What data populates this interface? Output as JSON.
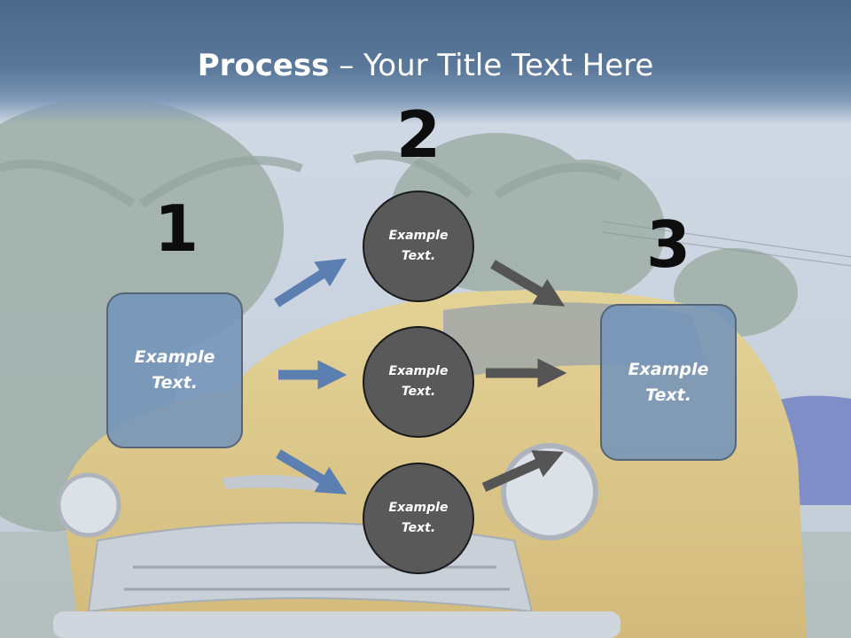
{
  "title": {
    "strong": "Process",
    "rest": " – Your Title Text Here"
  },
  "steps": [
    {
      "number": "1",
      "text": "Example Text."
    },
    {
      "number": "2",
      "text": ""
    },
    {
      "number": "3",
      "text": "Example Text."
    }
  ],
  "circles": [
    {
      "text": "Example Text."
    },
    {
      "text": "Example Text."
    },
    {
      "text": "Example Text."
    }
  ],
  "colors": {
    "title_band": "#4b6888",
    "box_fill": "#7494ba",
    "circle_fill": "#595959",
    "arrow_blue": "#5b7fb0",
    "arrow_gray": "#555555"
  }
}
